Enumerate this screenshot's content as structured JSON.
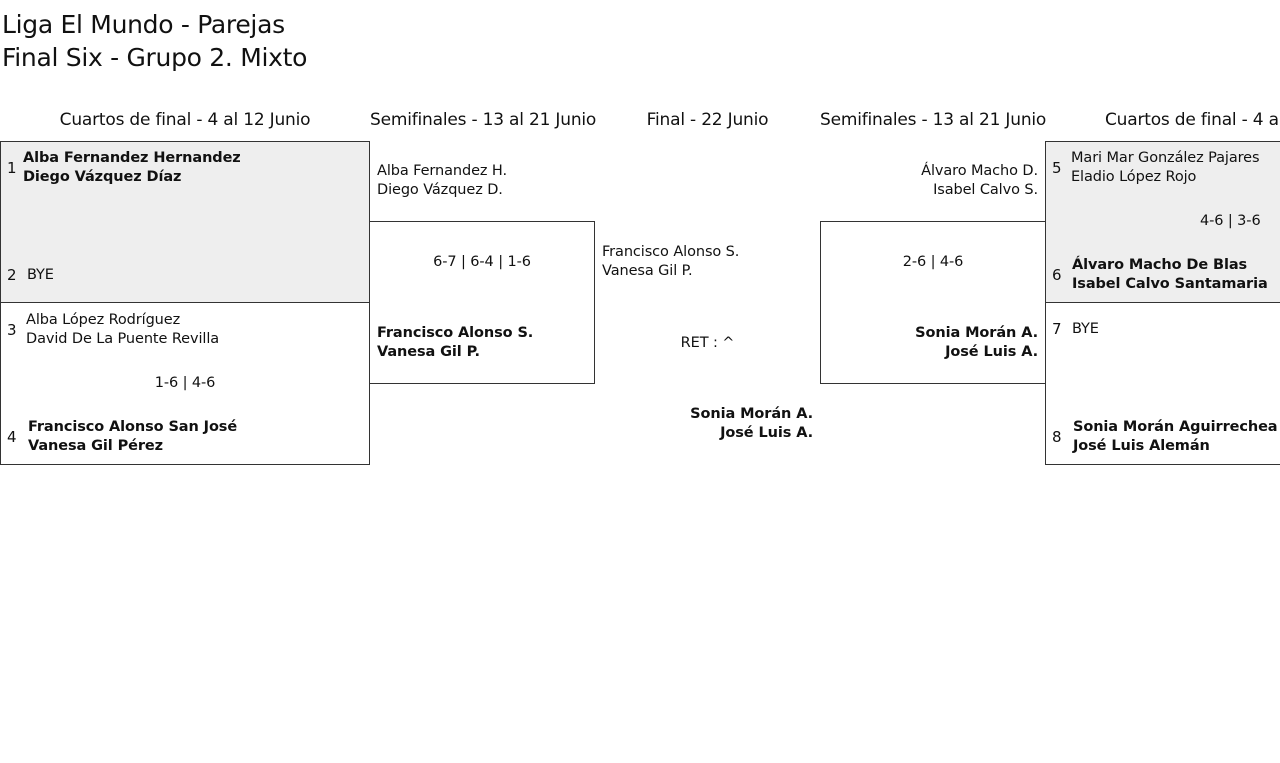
{
  "title": {
    "line1": "Liga El Mundo - Parejas",
    "line2": "Final Six - Grupo 2. Mixto"
  },
  "headers": {
    "qf_left": "Cuartos de final - 4 al 12 Junio",
    "sf_left": "Semifinales - 13 al 21 Junio",
    "final": "Final - 22 Junio",
    "sf_right": "Semifinales - 13 al 21 Junio",
    "qf_right": "Cuartos de final - 4 a"
  },
  "quarterfinals_left": [
    {
      "top": {
        "seed": "1",
        "player1": "Alba Fernandez Hernandez",
        "player2": "Diego Vázquez Díaz"
      },
      "bottom": {
        "seed": "2",
        "player1": "BYE"
      },
      "score": ""
    },
    {
      "top": {
        "seed": "3",
        "player1": "Alba López Rodríguez",
        "player2": "David De La Puente Revilla"
      },
      "bottom": {
        "seed": "4",
        "player1": "Francisco Alonso San José",
        "player2": "Vanesa Gil Pérez"
      },
      "score": "1-6 | 4-6"
    }
  ],
  "semifinal_left": {
    "top": {
      "player1": "Alba Fernandez H.",
      "player2": "Diego Vázquez D."
    },
    "score": "6-7 | 6-4 | 1-6",
    "bottom": {
      "player1": "Francisco Alonso S.",
      "player2": "Vanesa Gil P."
    }
  },
  "final": {
    "top": {
      "player1": "Francisco Alonso S.",
      "player2": "Vanesa Gil P."
    },
    "score": "RET : ^",
    "bottom": {
      "player1": "Sonia Morán A.",
      "player2": "José Luis A."
    }
  },
  "semifinal_right": {
    "top": {
      "player1": "Álvaro Macho D.",
      "player2": "Isabel Calvo S."
    },
    "score": "2-6 | 4-6",
    "bottom": {
      "player1": "Sonia Morán A.",
      "player2": "José Luis A."
    }
  },
  "quarterfinals_right": [
    {
      "top": {
        "seed": "5",
        "player1": "Mari Mar González Pajares",
        "player2": "Eladio López Rojo"
      },
      "bottom": {
        "seed": "6",
        "player1": "Álvaro Macho De Blas",
        "player2": "Isabel Calvo Santamaria"
      },
      "score": "4-6 | 3-6"
    },
    {
      "top": {
        "seed": "7",
        "player1": "BYE"
      },
      "bottom": {
        "seed": "8",
        "player1": "Sonia Morán Aguirrechea",
        "player2": "José Luis Alemán"
      },
      "score": ""
    }
  ],
  "colors": {
    "shaded_box": "#eeeeee",
    "border": "#333333",
    "text": "#111111"
  }
}
